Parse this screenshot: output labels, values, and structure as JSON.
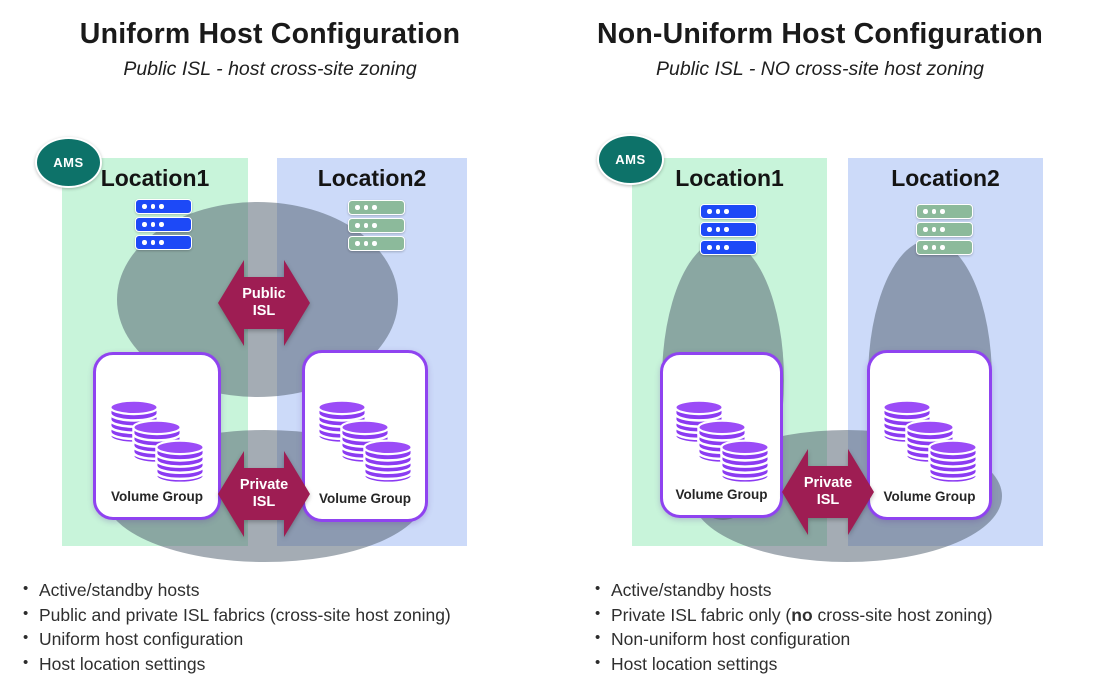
{
  "left_panel": {
    "title": "Uniform Host Configuration",
    "subtitle": "Public ISL - host cross-site zoning",
    "ams": "AMS",
    "location1": "Location1",
    "location2": "Location2",
    "public_isl": {
      "top": "Public",
      "bottom": "ISL"
    },
    "private_isl": {
      "top": "Private",
      "bottom": "ISL"
    },
    "volume_group_label": "Volume Group",
    "bullets": [
      {
        "pre": "Active/standby hosts",
        "bold": "",
        "post": ""
      },
      {
        "pre": "Public and private ISL fabrics (cross-site host zoning)",
        "bold": "",
        "post": ""
      },
      {
        "pre": "Uniform host configuration",
        "bold": "",
        "post": ""
      },
      {
        "pre": "Host location settings",
        "bold": "",
        "post": ""
      }
    ]
  },
  "right_panel": {
    "title": "Non-Uniform Host Configuration",
    "subtitle": "Public ISL - NO cross-site host zoning",
    "ams": "AMS",
    "location1": "Location1",
    "location2": "Location2",
    "private_isl": {
      "top": "Private",
      "bottom": "ISL"
    },
    "volume_group_label": "Volume Group",
    "bullets": [
      {
        "pre": "Active/standby hosts",
        "bold": "",
        "post": ""
      },
      {
        "pre": "Private ISL fabric only (",
        "bold": "no",
        "post": " cross-site host zoning)"
      },
      {
        "pre": "Non-uniform host configuration",
        "bold": "",
        "post": ""
      },
      {
        "pre": "Host location settings",
        "bold": "",
        "post": ""
      }
    ]
  },
  "colors": {
    "location1_bg": "#c8f4da",
    "location2_bg": "#ccdaf9",
    "zone_gray": "rgba(80,95,112,0.52)",
    "arrow": "#9e1d53",
    "ams_teal": "#0d7269",
    "server_blue": "#1d49f7",
    "server_green": "#8cba9b",
    "disk": "#8b3bf2",
    "disk_top": "#9b4cf7",
    "vg_border": "#8f43f0",
    "title_text": "#1a1a1a",
    "body_text": "#2f2f2f"
  }
}
